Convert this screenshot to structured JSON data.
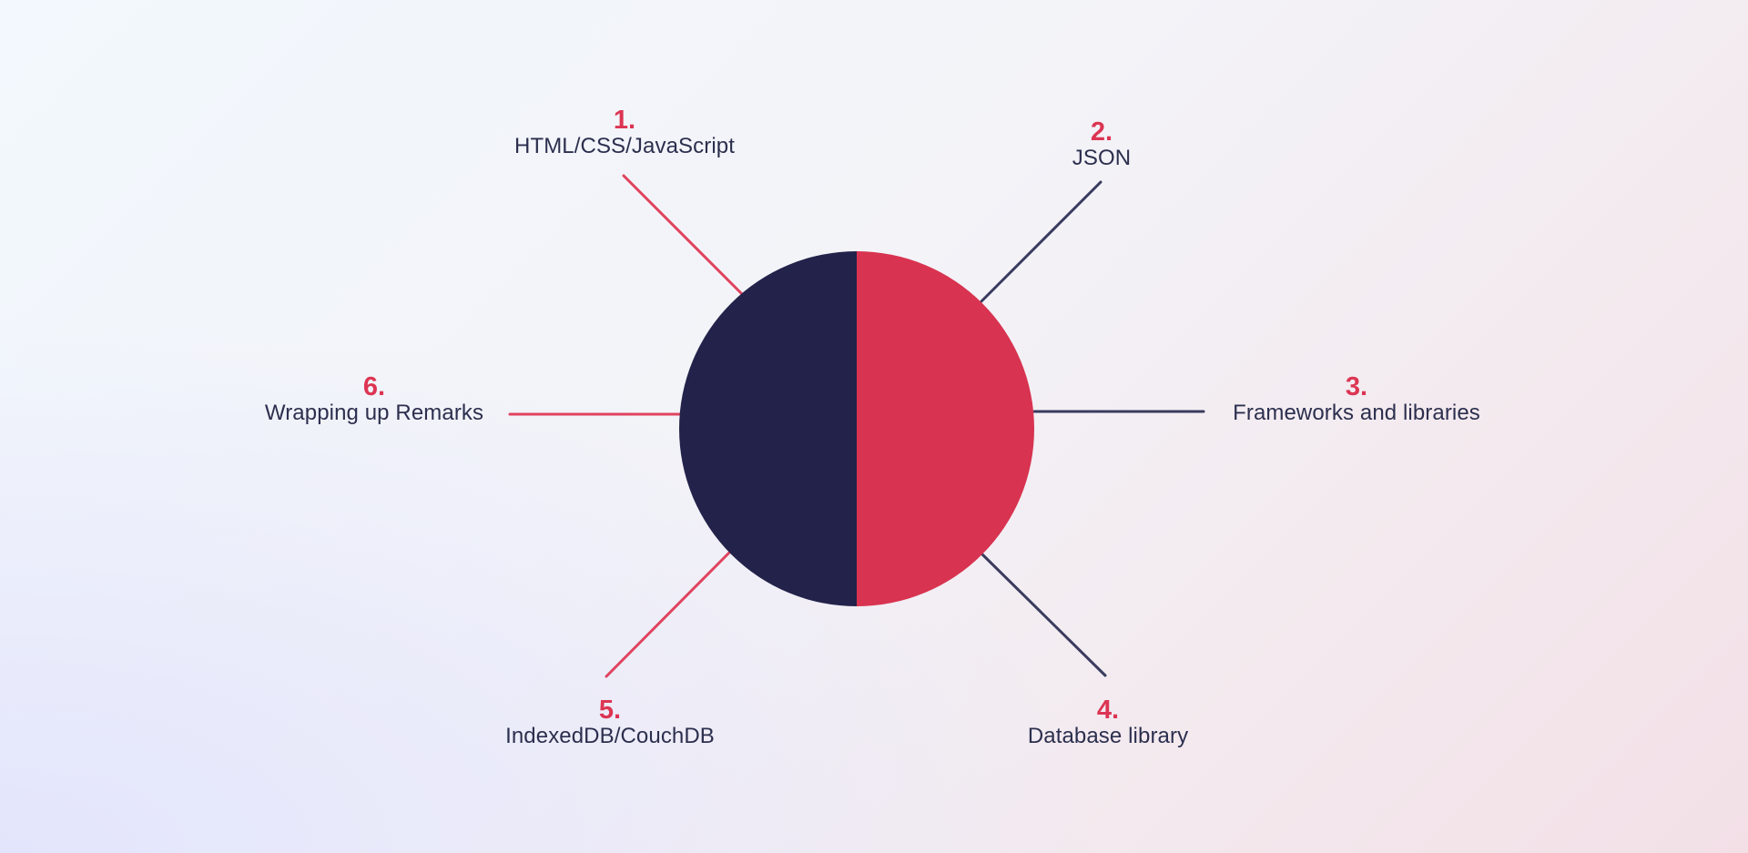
{
  "colors": {
    "navy": "#22224a",
    "crimson": "#d83350",
    "line_navy": "#3a3b5e",
    "line_red": "#e0435e",
    "label_text": "#2c2f4e",
    "number": "#dc3553"
  },
  "diagram": {
    "center_circle": {
      "left_half_color": "#22224a",
      "right_half_color": "#d83350"
    },
    "items": [
      {
        "number": "1.",
        "label": "HTML/CSS/JavaScript"
      },
      {
        "number": "2.",
        "label": "JSON"
      },
      {
        "number": "3.",
        "label": "Frameworks and libraries"
      },
      {
        "number": "4.",
        "label": "Database library"
      },
      {
        "number": "5.",
        "label": "IndexedDB/CouchDB"
      },
      {
        "number": "6.",
        "label": "Wrapping up Remarks"
      }
    ]
  }
}
